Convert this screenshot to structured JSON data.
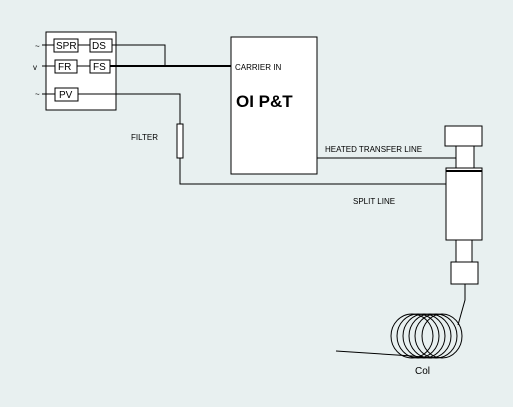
{
  "background_color": "#e8f0f0",
  "line_color": "#000000",
  "box_fill": "#ffffff",
  "controller": {
    "spr_label": "SPR",
    "ds_label": "DS",
    "fr_label": "FR",
    "fs_label": "FS",
    "pv_label": "PV"
  },
  "purge_trap": {
    "title": "OI P&T",
    "carrier_in_label": "CARRIER IN"
  },
  "labels": {
    "filter": "FILTER",
    "heated_transfer_line": "HEATED TRANSFER LINE",
    "split_line": "SPLIT LINE",
    "column": "Col"
  }
}
